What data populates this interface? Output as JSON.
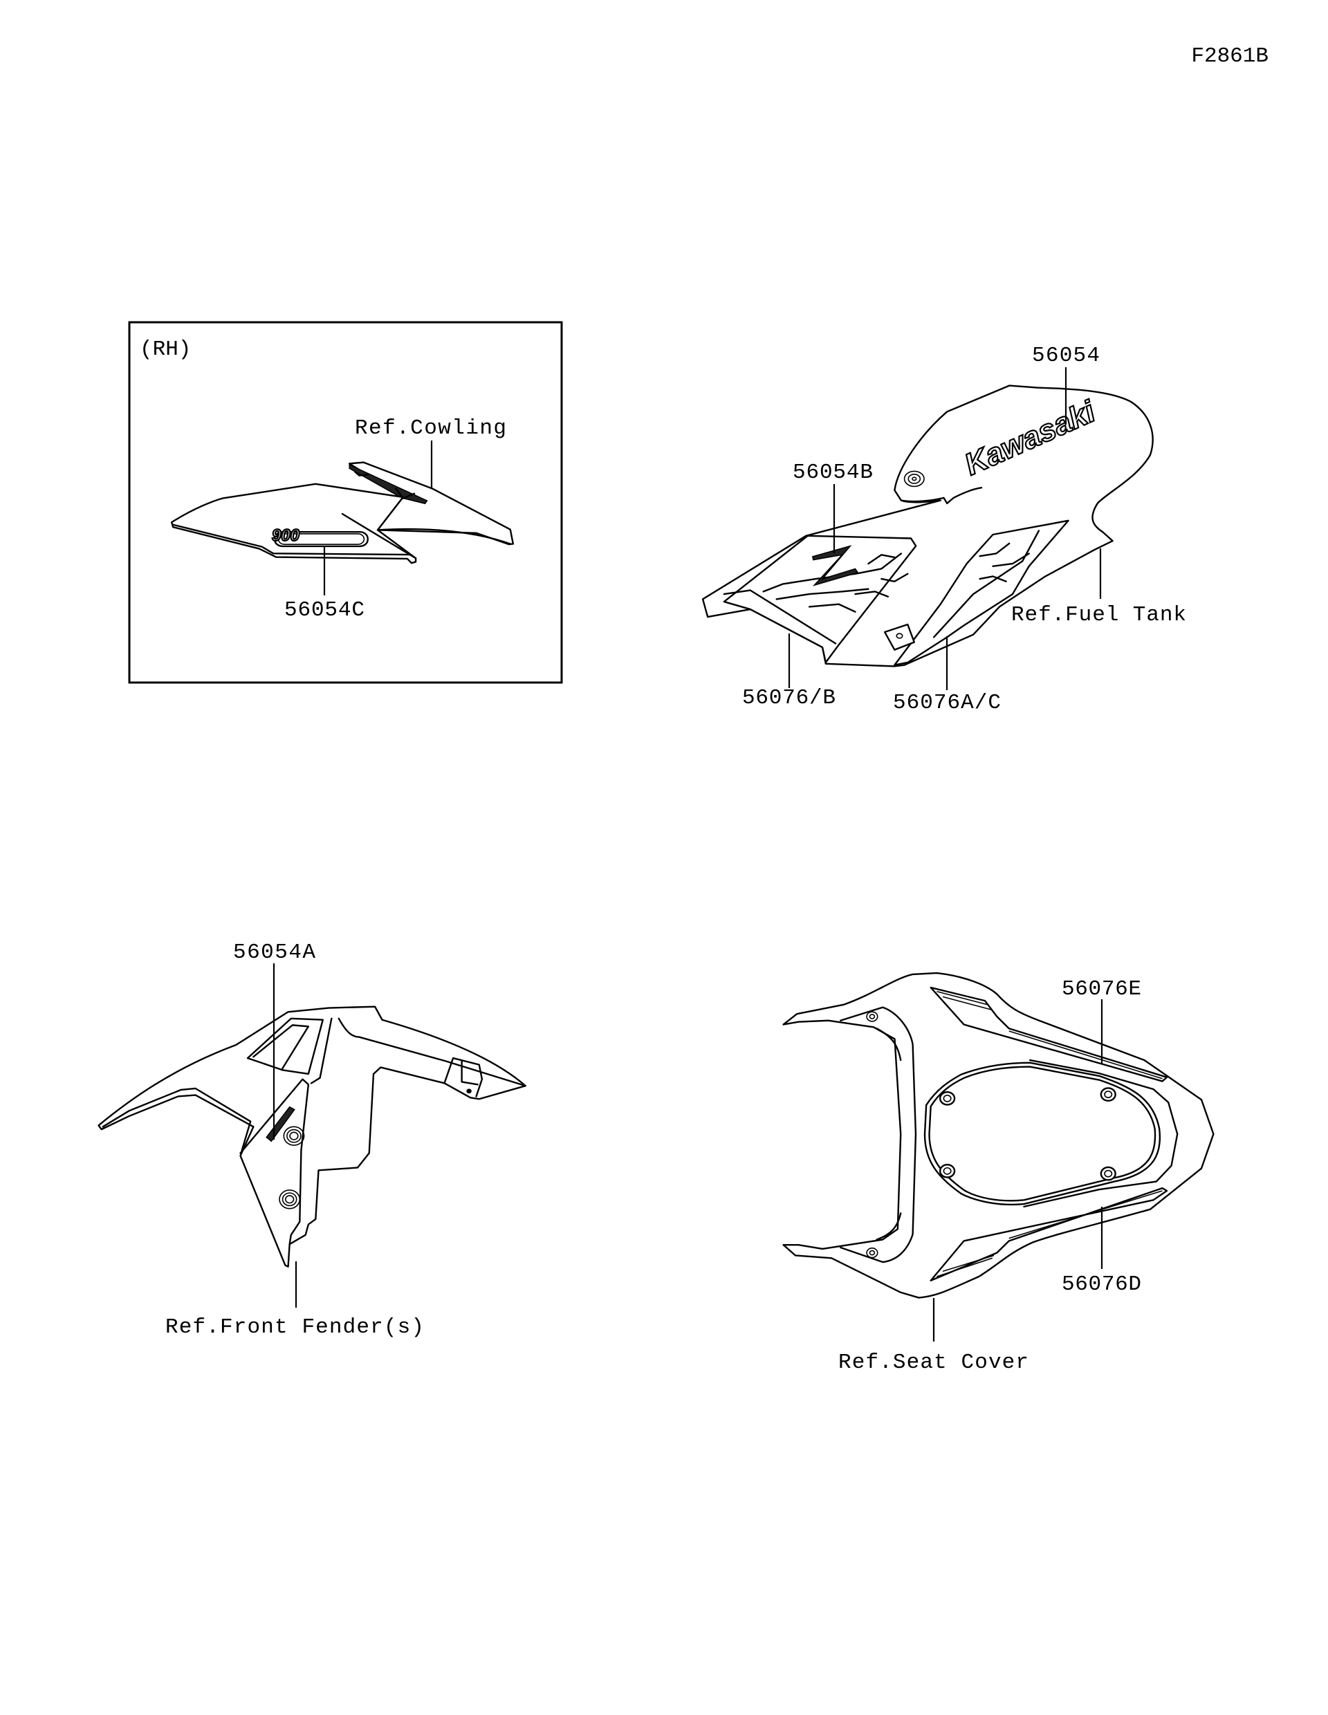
{
  "figure_id": "F2861B",
  "rh_inset": {
    "side_label": "(RH)",
    "ref_label": "Ref.Cowling",
    "part": "56054C",
    "badge_logo": "900"
  },
  "fuel_tank": {
    "part_top": "56054",
    "part_z": "56054B",
    "part_left": "56076/B",
    "part_right": "56076A/C",
    "ref_label": "Ref.Fuel Tank",
    "logo": "Kawasaki"
  },
  "front_fender": {
    "part": "56054A",
    "ref_label": "Ref.Front Fender(s)"
  },
  "seat_cover": {
    "part_upper": "56076E",
    "part_lower": "56076D",
    "ref_label": "Ref.Seat Cover"
  }
}
